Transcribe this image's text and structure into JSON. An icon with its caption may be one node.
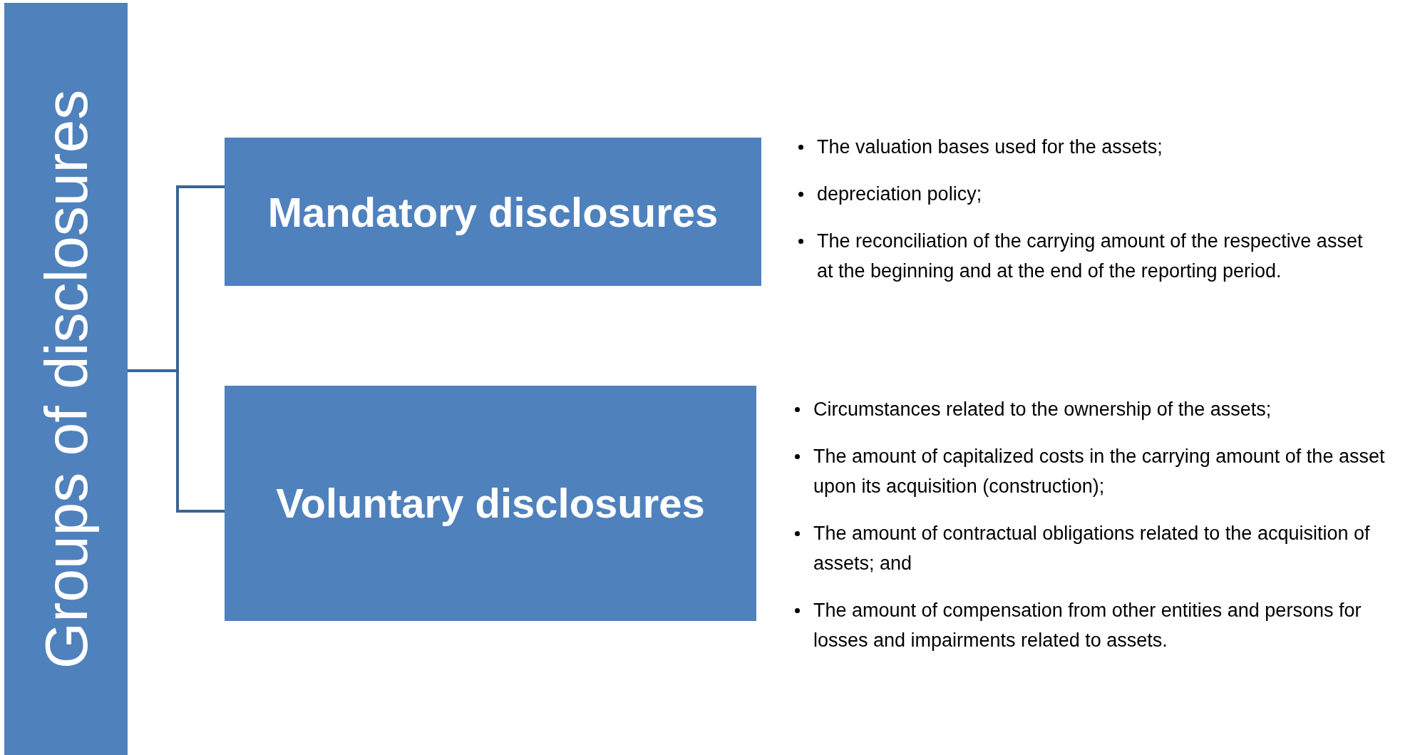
{
  "diagram": {
    "nodes": [
      {
        "text": [
          "Groups of disclosures"
        ]
      },
      {
        "text": [
          "Mandatory disclosures"
        ],
        "beside": [
          "The valuation bases used for the assets;",
          "depreciation policy;",
          "The reconciliation of the carrying amount of the respective asset at the beginning and at the end of the reporting period."
        ]
      },
      {
        "text": [
          "Voluntary disclosures"
        ],
        "beside": [
          "Circumstances related to the ownership of the assets;",
          "The amount of capitalized costs in the carrying amount of the asset upon its acquisition (construction);",
          "The amount of contractual obligations related to the acquisition of assets; and",
          "The amount of compensation from other entities and persons for losses and impairments related to assets."
        ]
      }
    ],
    "edges": [
      {
        "from": 0,
        "to": 1,
        "arrow": "none"
      },
      {
        "from": 0,
        "to": 2,
        "arrow": "none"
      }
    ]
  }
}
